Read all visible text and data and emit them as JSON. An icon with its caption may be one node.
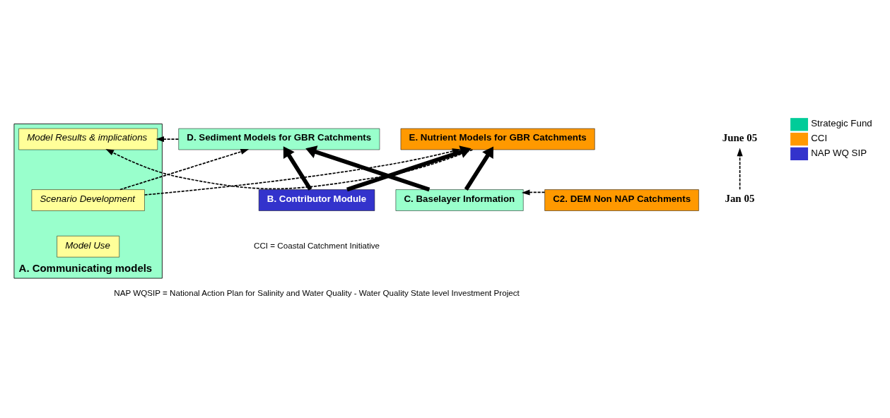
{
  "diagram": {
    "nodes": [
      {
        "text": [
          "A. Communicating models"
        ]
      },
      {
        "text": [
          "Model Results & implications"
        ],
        "in": 0
      },
      {
        "text": [
          "Scenario Development"
        ],
        "in": 0
      },
      {
        "text": [
          "Model Use"
        ],
        "in": 0
      },
      {
        "text": [
          "D. Sediment Models for GBR Catchments"
        ]
      },
      {
        "text": [
          "E. Nutrient Models for GBR Catchments"
        ]
      },
      {
        "text": [
          "B. Contributor Module"
        ]
      },
      {
        "text": [
          "C. Baselayer Information"
        ]
      },
      {
        "text": [
          "C2. DEM Non NAP Catchments"
        ]
      },
      {
        "text": [
          "June 05"
        ]
      },
      {
        "text": [
          "Jan 05"
        ]
      }
    ],
    "edges": [
      {
        "from": 4,
        "to": 1,
        "arrow": "to",
        "style": "dashed"
      },
      {
        "from": 5,
        "to": 1,
        "arrow": "to",
        "style": "dashed"
      },
      {
        "from": 2,
        "to": 4,
        "arrow": "to",
        "style": "dashed"
      },
      {
        "from": 2,
        "to": 5,
        "arrow": "to",
        "style": "dashed"
      },
      {
        "from": 6,
        "to": 4,
        "arrow": "to",
        "style": "thick"
      },
      {
        "from": 6,
        "to": 5,
        "arrow": "to",
        "style": "thick"
      },
      {
        "from": 7,
        "to": 4,
        "arrow": "to",
        "style": "thick"
      },
      {
        "from": 7,
        "to": 5,
        "arrow": "to",
        "style": "thick"
      },
      {
        "from": 8,
        "to": 7,
        "arrow": "to",
        "style": "dashed"
      },
      {
        "from": 10,
        "to": 9,
        "arrow": "to",
        "style": "dashed"
      }
    ],
    "labels": [
      "CCI = Coastal Catchment Initiative",
      "NAP WQSIP = National Action Plan for Salinity and Water Quality - Water Quality State level Investment Project"
    ],
    "legend": [
      {
        "text": "Strategic Fund",
        "color": "#00cc99"
      },
      {
        "text": "CCI",
        "color": "#ff9900"
      },
      {
        "text": "NAP WQ SIP",
        "color": "#3333cc"
      }
    ]
  }
}
